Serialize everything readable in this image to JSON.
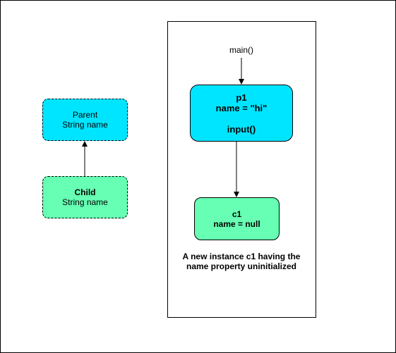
{
  "colors": {
    "cyan": "#00e5ff",
    "mint": "#66ffb3",
    "stroke": "#000000"
  },
  "class_diagram": {
    "parent": {
      "name": "Parent",
      "field": "String name"
    },
    "child": {
      "name": "Child",
      "field": "String name"
    }
  },
  "memory_diagram": {
    "main_label": "main()",
    "p1": {
      "title": "p1",
      "field": "name = \"hi\"",
      "call": "input()"
    },
    "c1": {
      "title": "c1",
      "field": "name = null"
    },
    "caption_line1": "A new instance c1 having the",
    "caption_line2": "name property uninitialized"
  }
}
